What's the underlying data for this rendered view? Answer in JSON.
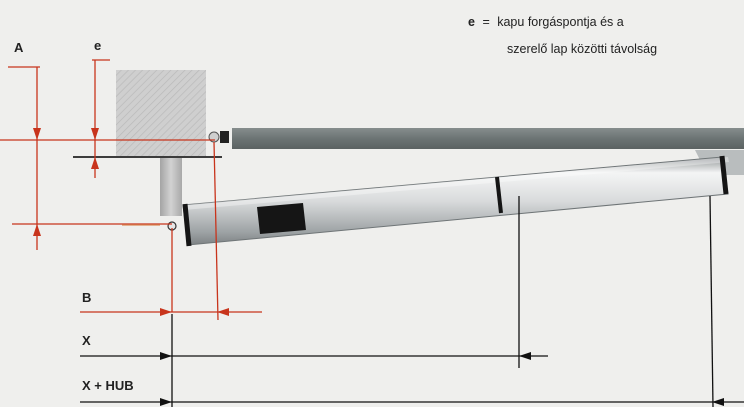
{
  "legend": {
    "key": "e",
    "equals": "=",
    "line1": "kapu forgáspontja és a",
    "line2": "szerelő lap közötti távolság"
  },
  "labels": {
    "A": "A",
    "e": "e",
    "B": "B",
    "X": "X",
    "X_HUB": "X + HUB"
  },
  "colors": {
    "background": "#efefed",
    "dimension_red": "#c8341c",
    "gate_bar": "#6f7777",
    "pillar": "#c9c9c9",
    "actuator_body": "#d8dadb",
    "dark": "#1c1c1c"
  }
}
